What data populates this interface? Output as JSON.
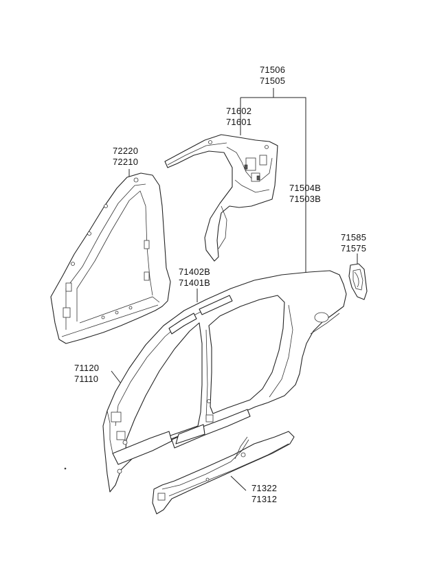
{
  "labels": {
    "group_71506": [
      "71506",
      "71505"
    ],
    "group_71602": [
      "71602",
      "71601"
    ],
    "group_72220": [
      "72220",
      "72210"
    ],
    "group_71504B": [
      "71504B",
      "71503B"
    ],
    "group_71585": [
      "71585",
      "71575"
    ],
    "group_71402B": [
      "71402B",
      "71401B"
    ],
    "group_71120": [
      "71120",
      "71110"
    ],
    "group_71322": [
      "71322",
      "71312"
    ]
  },
  "colors": {
    "line": "#222222",
    "background": "#ffffff"
  }
}
